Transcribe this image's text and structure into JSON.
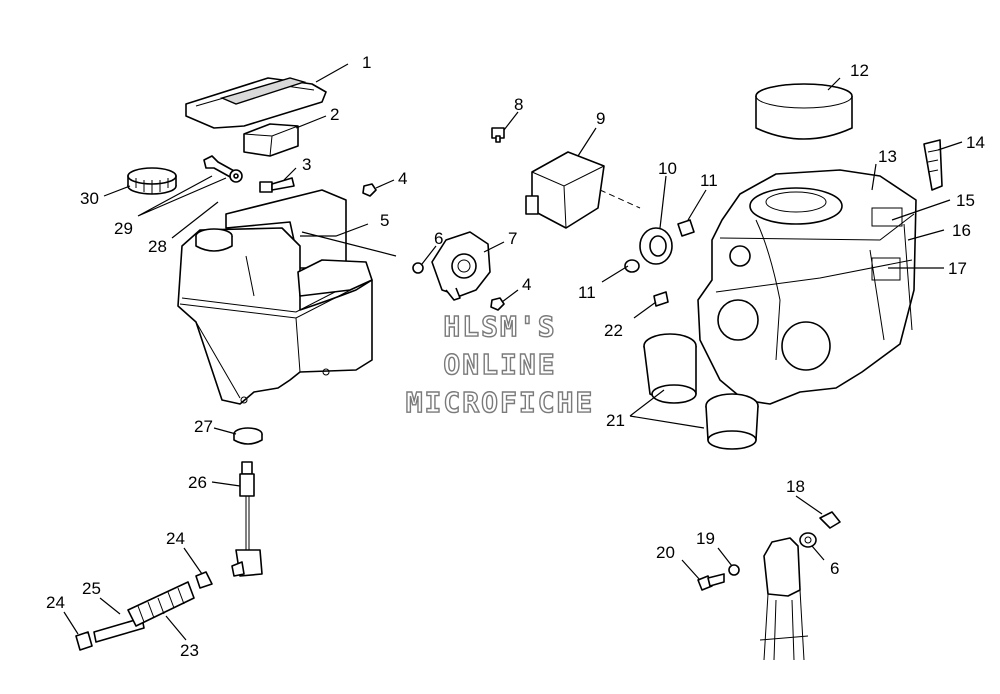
{
  "watermark": {
    "line1": "HLSM'S",
    "line2": "ONLINE",
    "line3": "MICROFICHE"
  },
  "callouts": {
    "c1": "1",
    "c2": "2",
    "c3": "3",
    "c4a": "4",
    "c4b": "4",
    "c5": "5",
    "c6a": "6",
    "c6b": "6",
    "c7": "7",
    "c8": "8",
    "c9": "9",
    "c10": "10",
    "c11a": "11",
    "c11b": "11",
    "c12": "12",
    "c13": "13",
    "c14": "14",
    "c15": "15",
    "c16": "16",
    "c17": "17",
    "c18": "18",
    "c19": "19",
    "c20": "20",
    "c21": "21",
    "c22": "22",
    "c23": "23",
    "c24a": "24",
    "c24b": "24",
    "c25": "25",
    "c26": "26",
    "c27": "27",
    "c28": "28",
    "c29": "29",
    "c30": "30"
  }
}
